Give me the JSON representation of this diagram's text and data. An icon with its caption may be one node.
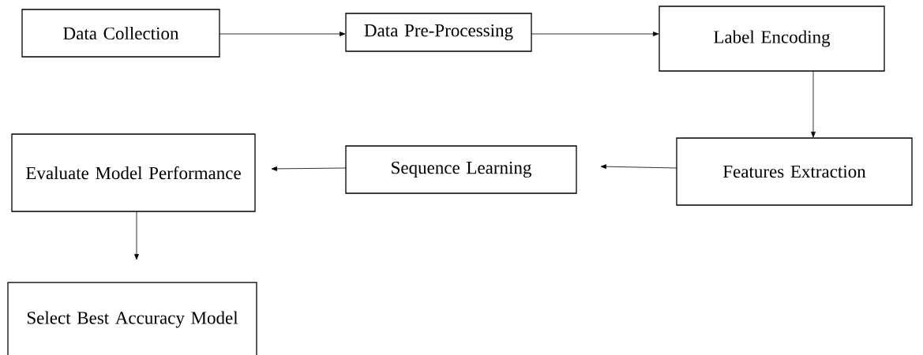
{
  "diagram": {
    "nodes": [
      {
        "text": [
          "Data Collection"
        ]
      },
      {
        "text": [
          "Data Pre-Processing"
        ]
      },
      {
        "text": [
          "Label Encoding"
        ]
      },
      {
        "text": [
          "Features Extraction"
        ]
      },
      {
        "text": [
          "Sequence Learning"
        ]
      },
      {
        "text": [
          "Evaluate Model Performance"
        ]
      },
      {
        "text": [
          "Select Best Accuracy Model"
        ]
      }
    ],
    "edges": [
      {
        "from": 0,
        "to": 1,
        "arrow": "to"
      },
      {
        "from": 1,
        "to": 2,
        "arrow": "to"
      },
      {
        "from": 2,
        "to": 3,
        "arrow": "to"
      },
      {
        "from": 3,
        "to": 4,
        "arrow": "to"
      },
      {
        "from": 4,
        "to": 5,
        "arrow": "to"
      },
      {
        "from": 5,
        "to": 6,
        "arrow": "to"
      }
    ]
  }
}
